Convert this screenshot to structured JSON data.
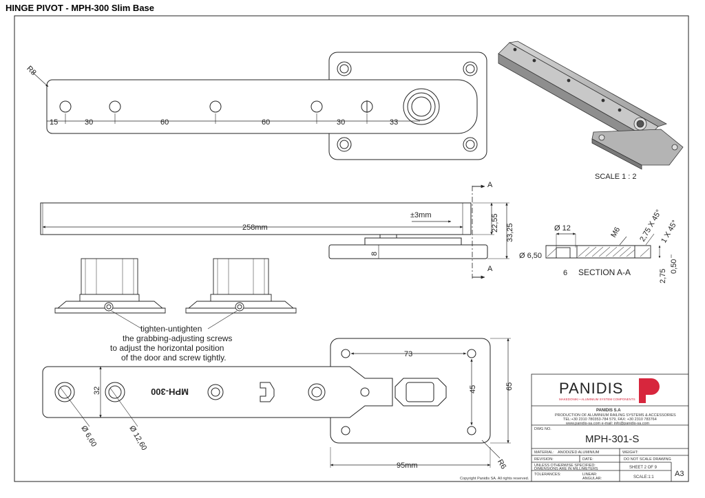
{
  "title": "HINGE PIVOT - MPH-300 Slim Base",
  "top_view": {
    "radius_label": "R8",
    "spacing_dims": [
      "15",
      "30",
      "60",
      "60",
      "30",
      "33"
    ]
  },
  "side_view": {
    "length_label": "258mm",
    "adjust_label": "±3mm",
    "height_upper": "22,55",
    "height_total": "33,25",
    "base_thickness": "8",
    "section_mark": "A"
  },
  "section": {
    "title": "SECTION A-A",
    "dia_top": "Ø 12",
    "thread": "M6",
    "chamfer_large": "2,75 X 45°",
    "chamfer_small": "1 X 45°",
    "dia_side": "Ø 6,50",
    "depth": "6",
    "bottom_h1": "2,75",
    "bottom_h2": "0,50"
  },
  "iso_view": {
    "scale_label": "SCALE 1 : 2"
  },
  "note": {
    "lines": [
      "tighten-untighten",
      "the grabbing-adjusting screws",
      "to adjust the horizontal position",
      "of the door and screw tightly."
    ]
  },
  "bottom_view": {
    "engraving": "MPH-300",
    "width_32": "32",
    "dim_73": "73",
    "dim_45": "45",
    "dim_65": "65",
    "dim_95": "95mm",
    "radius_r6": "R6",
    "hole_small": "Ø 6,60",
    "hole_large": "Ø 12,60"
  },
  "title_block": {
    "brand": "PANIDIS",
    "tagline": "MAKEDONIKI • ALUMINIUM SYSTEM COMPONENTS",
    "company": "PANIDIS S.A",
    "company_line1": "PRODUCTION OF ALUMINIUM RAILING SYSTEMS & ACCESSORIES",
    "company_line2": "TEL:+30 2310 780353-784 579, FAX: +30 2310 783764",
    "company_line3": "www.panidis-sa.com    e-mail: info@panidis-sa.com",
    "dwg_no_label": "DWG NO.",
    "dwg_no": "MPH-301-S",
    "material_label": "MATERIAL:",
    "material": "ANODIZED ALUMINIUM",
    "weight_label": "WEIGHT:",
    "revision_label": "REVISION:",
    "date_label": "DATE:",
    "do_not_scale": "DO NOT SCALE DRAWING",
    "unless_line1": "UNLESS OTHERWISE SPECIFIED:",
    "unless_line2": "DIMENSIONS ARE IN MILLIMETERS",
    "sheet": "SHEET 2 OF 9",
    "size": "A3",
    "tolerances_label": "TOLERANCES:",
    "linear_label": "LINEAR:",
    "angular_label": "ANGULAR:",
    "scale": "SCALE:1:1",
    "brand_color": "#d7263d"
  },
  "copyright": "Copyright Panidis SA. All rights reserved."
}
